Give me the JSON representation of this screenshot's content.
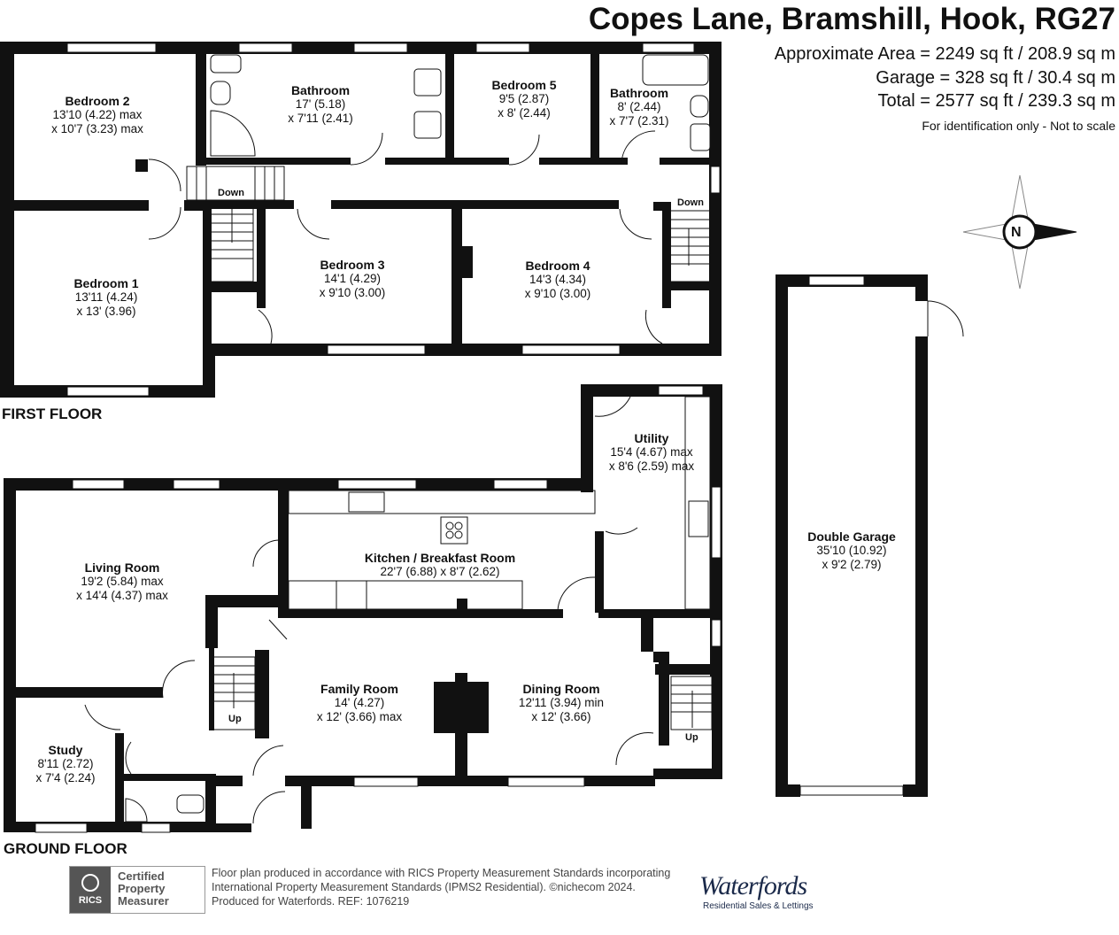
{
  "header": {
    "title": "Copes Lane, Bramshill, Hook, RG27",
    "area_line": "Approximate Area = 2249 sq ft / 208.9 sq m",
    "garage_line": "Garage = 328 sq ft / 30.4 sq m",
    "total_line": "Total = 2577 sq ft / 239.3 sq m",
    "note": "For identification only - Not to scale"
  },
  "floors": {
    "first": "FIRST FLOOR",
    "ground": "GROUND FLOOR"
  },
  "rooms": {
    "bedroom2": {
      "name": "Bedroom 2",
      "d1": "13'10 (4.22) max",
      "d2": "x 10'7 (3.23) max"
    },
    "bathroom1": {
      "name": "Bathroom",
      "d1": "17' (5.18)",
      "d2": "x 7'11 (2.41)"
    },
    "bedroom5": {
      "name": "Bedroom 5",
      "d1": "9'5 (2.87)",
      "d2": "x 8' (2.44)"
    },
    "bathroom2": {
      "name": "Bathroom",
      "d1": "8' (2.44)",
      "d2": "x 7'7 (2.31)"
    },
    "bedroom1": {
      "name": "Bedroom 1",
      "d1": "13'11 (4.24)",
      "d2": "x 13' (3.96)"
    },
    "bedroom3": {
      "name": "Bedroom 3",
      "d1": "14'1 (4.29)",
      "d2": "x 9'10 (3.00)"
    },
    "bedroom4": {
      "name": "Bedroom 4",
      "d1": "14'3 (4.34)",
      "d2": "x 9'10 (3.00)"
    },
    "utility": {
      "name": "Utility",
      "d1": "15'4 (4.67) max",
      "d2": "x 8'6 (2.59) max"
    },
    "living": {
      "name": "Living Room",
      "d1": "19'2 (5.84) max",
      "d2": "x 14'4 (4.37) max"
    },
    "kitchen": {
      "name": "Kitchen / Breakfast Room",
      "d1": "22'7 (6.88) x 8'7 (2.62)",
      "d2": ""
    },
    "garage": {
      "name": "Double Garage",
      "d1": "35'10 (10.92)",
      "d2": "x 9'2 (2.79)"
    },
    "family": {
      "name": "Family Room",
      "d1": "14' (4.27)",
      "d2": "x 12' (3.66) max"
    },
    "dining": {
      "name": "Dining Room",
      "d1": "12'11 (3.94) min",
      "d2": "x 12' (3.66)"
    },
    "study": {
      "name": "Study",
      "d1": "8'11 (2.72)",
      "d2": "x 7'4 (2.24)"
    }
  },
  "stairs": {
    "down1": "Down",
    "down2": "Down",
    "up1": "Up",
    "up2": "Up"
  },
  "compass": {
    "label": "N"
  },
  "footer": {
    "line1": "Floor plan produced in accordance with RICS Property Measurement Standards incorporating",
    "line2": "International Property Measurement Standards (IPMS2 Residential).  ©nichecom 2024.",
    "line3": "Produced for Waterfords.   REF: 1076219",
    "rics_badge": {
      "logo_text": "RICS",
      "line1": "Certified",
      "line2": "Property",
      "line3": "Measurer"
    },
    "brand": {
      "name": "Waterfords",
      "tagline": "Residential Sales & Lettings"
    }
  },
  "colors": {
    "wall": "#111111",
    "window": "#ffffff",
    "text": "#111111",
    "brand": "#1b2a4a"
  }
}
